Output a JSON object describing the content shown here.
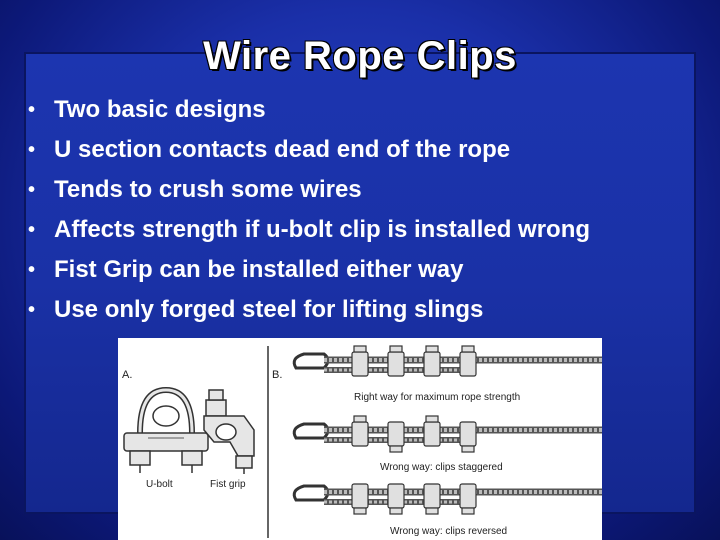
{
  "slide": {
    "title": "Wire Rope Clips",
    "bullet_char": "•",
    "bullets": [
      "Two basic designs",
      "U section contacts dead end of the rope",
      "Tends to crush some wires",
      "Affects strength if u-bolt clip is installed wrong",
      "Fist Grip can be installed either way",
      "Use only forged steel for lifting slings"
    ]
  },
  "figure": {
    "panel_a_label": "A.",
    "panel_b_label": "B.",
    "ubolt_caption": "U-bolt",
    "fistgrip_caption": "Fist grip",
    "row1_caption": "Right way for maximum rope strength",
    "row2_caption": "Wrong way: clips staggered",
    "row3_caption": "Wrong way: clips reversed"
  },
  "colors": {
    "background": "#1a2fa8",
    "text": "#ffffff",
    "figure_background": "#ffffff"
  }
}
